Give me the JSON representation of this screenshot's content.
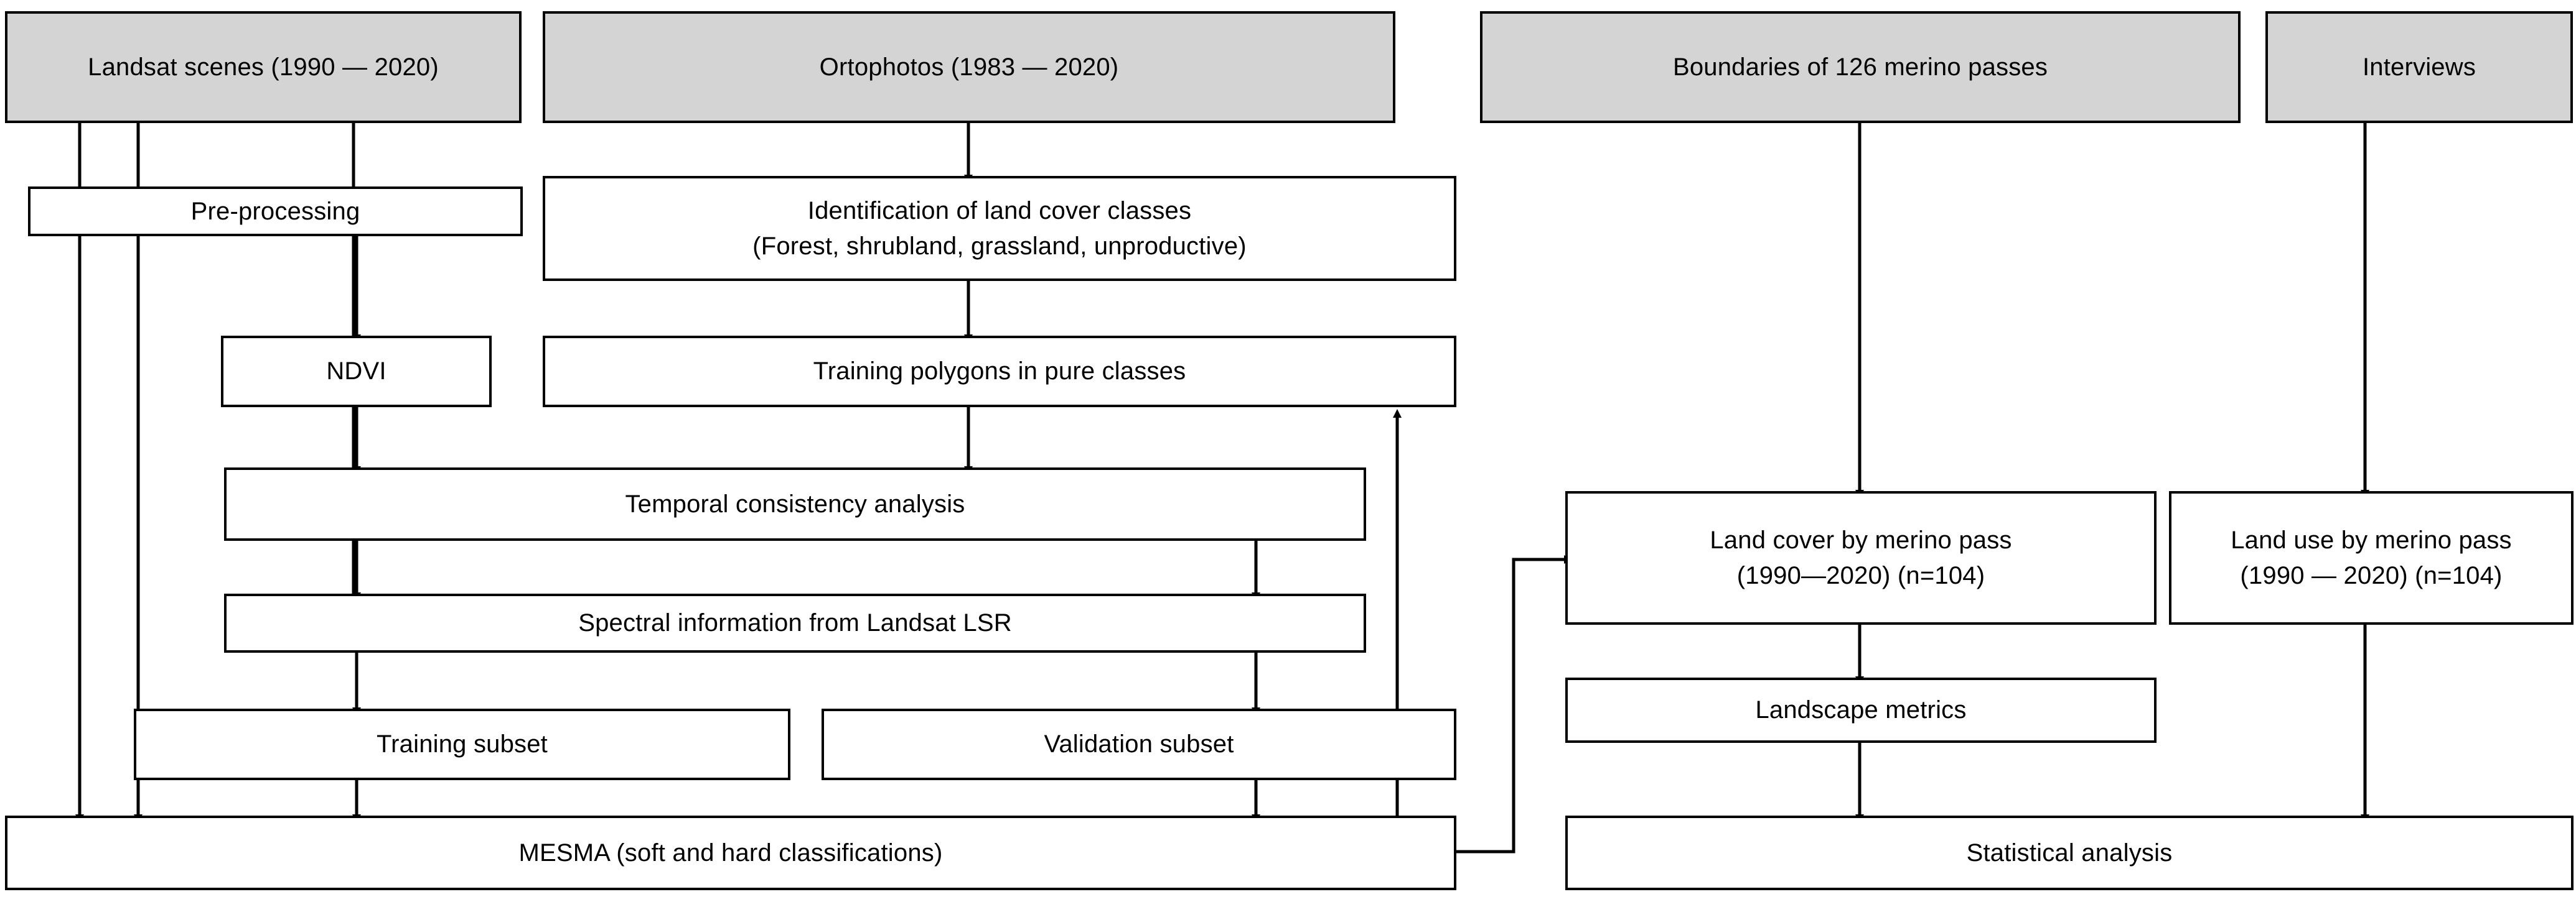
{
  "diagram": {
    "title": "Research methodology flowchart",
    "colors": {
      "source_box_fill": "#d4d4d4",
      "process_box_fill": "#ffffff",
      "stroke": "#000000",
      "background": "#ffffff"
    }
  },
  "nodes": {
    "landsat_scenes": "Landsat scenes (1990 — 2020)",
    "ortophotos": "Ortophotos (1983 — 2020)",
    "boundaries": "Boundaries of 126 merino passes",
    "interviews": "Interviews",
    "pre_processing": "Pre-processing",
    "identification": "Identification of land cover classes\n(Forest, shrubland, grassland, unproductive)",
    "ndvi": "NDVI",
    "training_polygons": "Training polygons in pure classes",
    "temporal_consistency": "Temporal consistency analysis",
    "spectral_information": "Spectral information from Landsat LSR",
    "training_subset": "Training subset",
    "validation_subset": "Validation subset",
    "mesma": "MESMA (soft and hard classifications)",
    "land_cover_by_pass": "Land cover by merino pass\n(1990—2020) (n=104)",
    "land_use_by_pass": "Land use by merino pass\n(1990 — 2020) (n=104)",
    "landscape_metrics": "Landscape metrics",
    "statistical_analysis": "Statistical analysis"
  }
}
